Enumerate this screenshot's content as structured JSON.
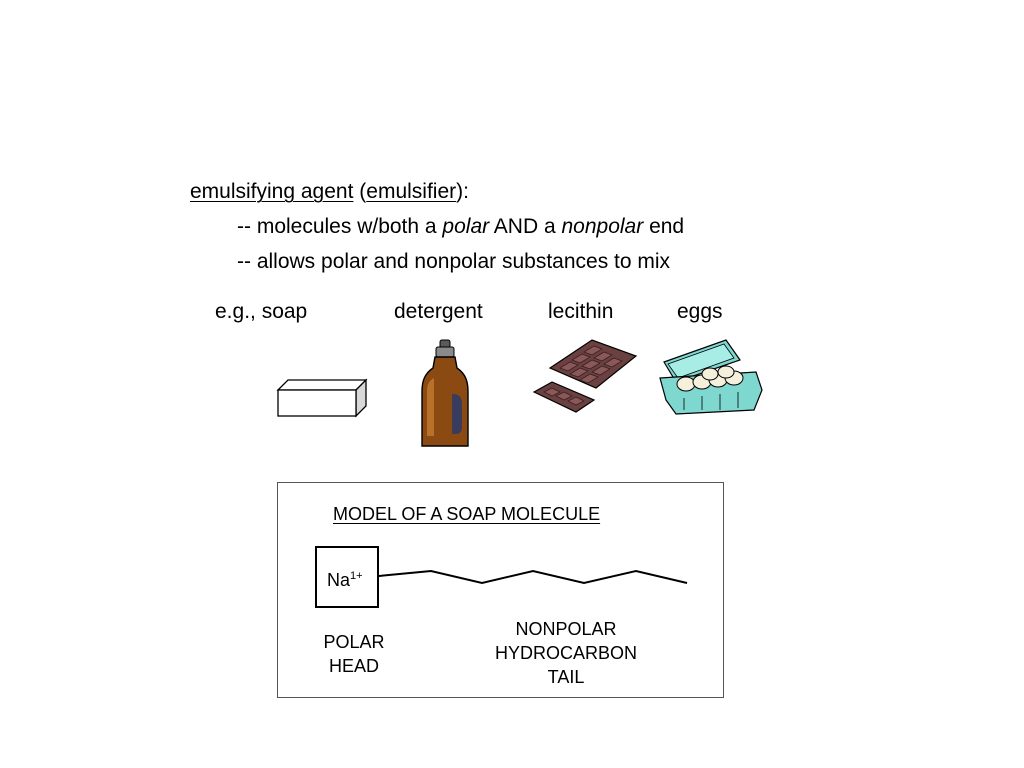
{
  "definition": {
    "term": "emulsifying agent",
    "open_paren": "(",
    "synonym": "emulsifier",
    "close": "):",
    "point1_pre": "-- molecules w/both a ",
    "point1_polar": "polar",
    "point1_mid": " AND a ",
    "point1_nonpolar": "nonpolar",
    "point1_end": " end",
    "point2": "-- allows polar and nonpolar substances to mix"
  },
  "examples": {
    "soap": "e.g., soap",
    "detergent": "detergent",
    "lecithin": "lecithin",
    "eggs": "eggs"
  },
  "model": {
    "title": "MODEL OF A SOAP MOLECULE",
    "na": "Na",
    "charge": "1+",
    "head_line1": "POLAR",
    "head_line2": "HEAD",
    "tail_line1": "NONPOLAR",
    "tail_line2": "HYDROCARBON",
    "tail_line3": "TAIL"
  },
  "colors": {
    "bottle": "#8a4a12",
    "chocolate": "#6b4040",
    "carton": "#7fd8d0"
  }
}
